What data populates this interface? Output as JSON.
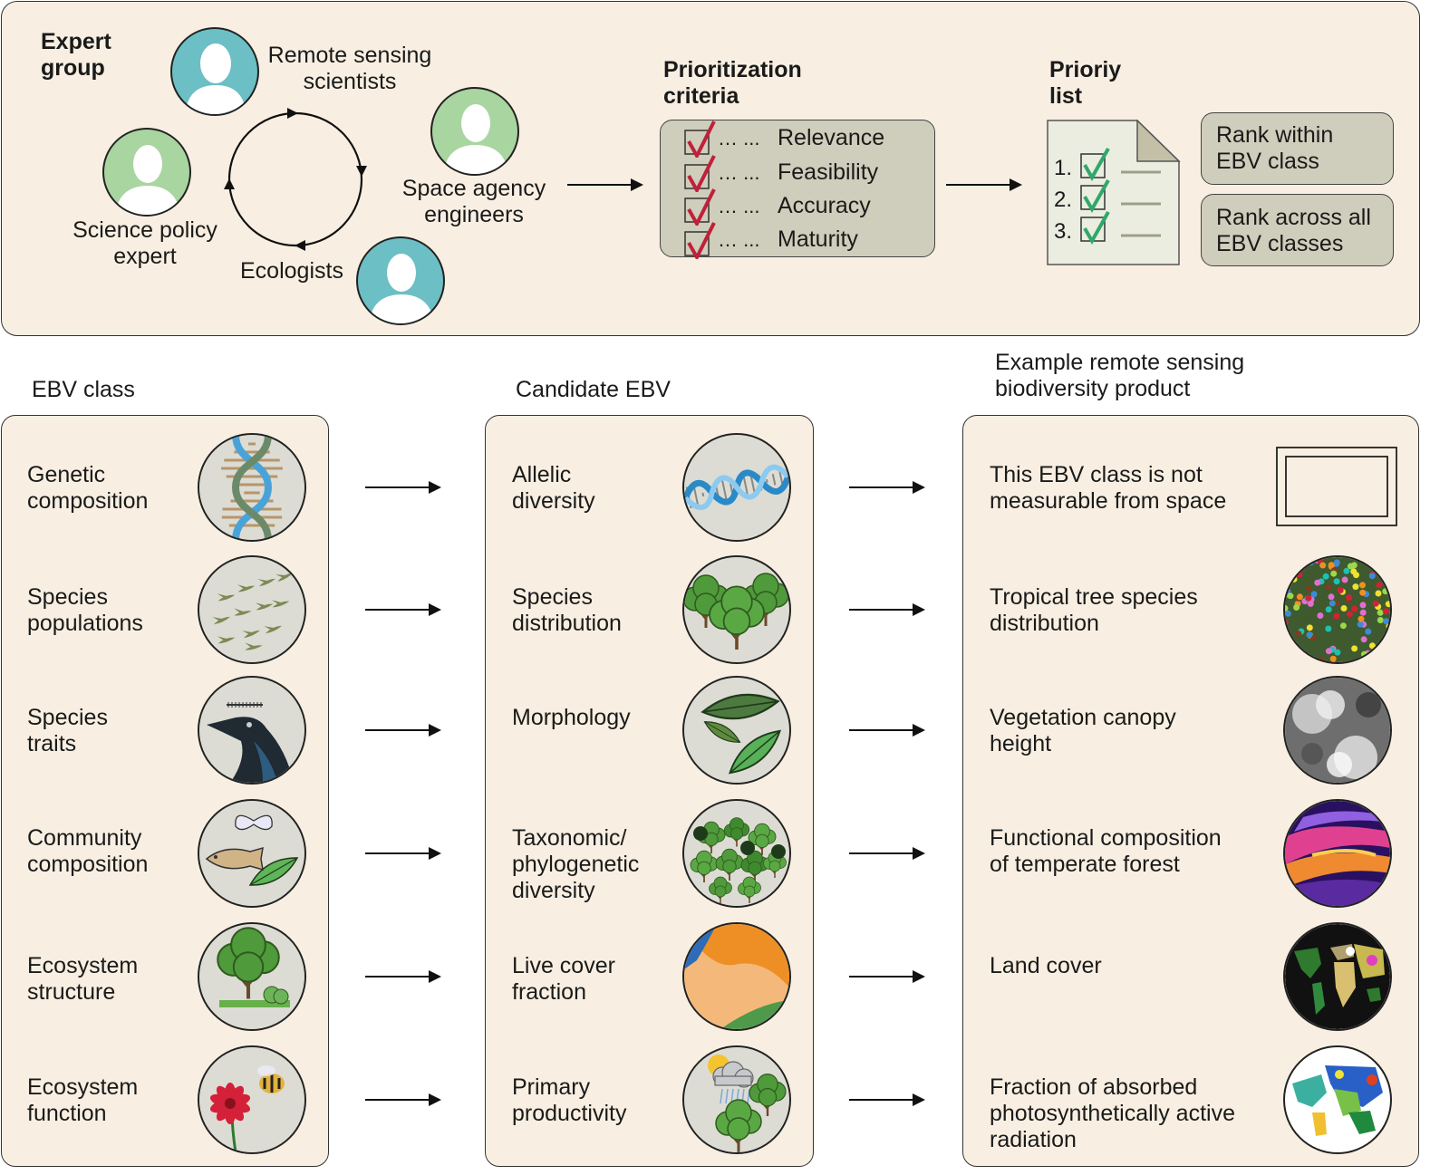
{
  "expert_group": {
    "title": "Expert\ngroup",
    "roles": {
      "remote": "Remote sensing\nscientists",
      "space": "Space agency\nengineers",
      "policy": "Science policy\nexpert",
      "ecologists": "Ecologists"
    }
  },
  "criteria": {
    "title": "Prioritization\ncriteria",
    "items": [
      {
        "dots": "… ...",
        "label": "Relevance"
      },
      {
        "dots": "… ...",
        "label": "Feasibility"
      },
      {
        "dots": "… ...",
        "label": "Accuracy"
      },
      {
        "dots": "… ...",
        "label": "Maturity"
      }
    ]
  },
  "priority": {
    "title": "Prioriy\nlist",
    "numbers": [
      "1.",
      "2.",
      "3."
    ],
    "rank_within": "Rank within\nEBV class",
    "rank_across": "Rank across all\nEBV classes"
  },
  "columns": {
    "ebv_class": "EBV class",
    "candidate": "Candidate EBV",
    "product": "Example remote sensing\nbiodiversity product"
  },
  "rows": [
    {
      "ebv_class": "Genetic\ncomposition",
      "candidate": "Allelic\ndiversity",
      "product": "This EBV class is not\nmeasurable from space"
    },
    {
      "ebv_class": "Species\npopulations",
      "candidate": "Species\ndistribution",
      "product": "Tropical tree species\ndistribution"
    },
    {
      "ebv_class": "Species\ntraits",
      "candidate": "Morphology",
      "product": "Vegetation canopy\nheight"
    },
    {
      "ebv_class": "Community\ncomposition",
      "candidate": "Taxonomic/\nphylogenetic\ndiversity",
      "product": "Functional composition\nof temperate forest"
    },
    {
      "ebv_class": "Ecosystem\nstructure",
      "candidate": "Live cover\nfraction",
      "product": "Land cover"
    },
    {
      "ebv_class": "Ecosystem\nfunction",
      "candidate": "Primary\nproductivity",
      "product": "Fraction of absorbed\nphotosynthetically active\nradiation"
    }
  ],
  "colors": {
    "panel": "#f8efe2",
    "criteria_box": "#cfcdbb",
    "person_teal": "#6cbfc4",
    "person_green": "#a8d5a0",
    "check_red": "#c0203a",
    "check_green": "#2fa86a"
  }
}
